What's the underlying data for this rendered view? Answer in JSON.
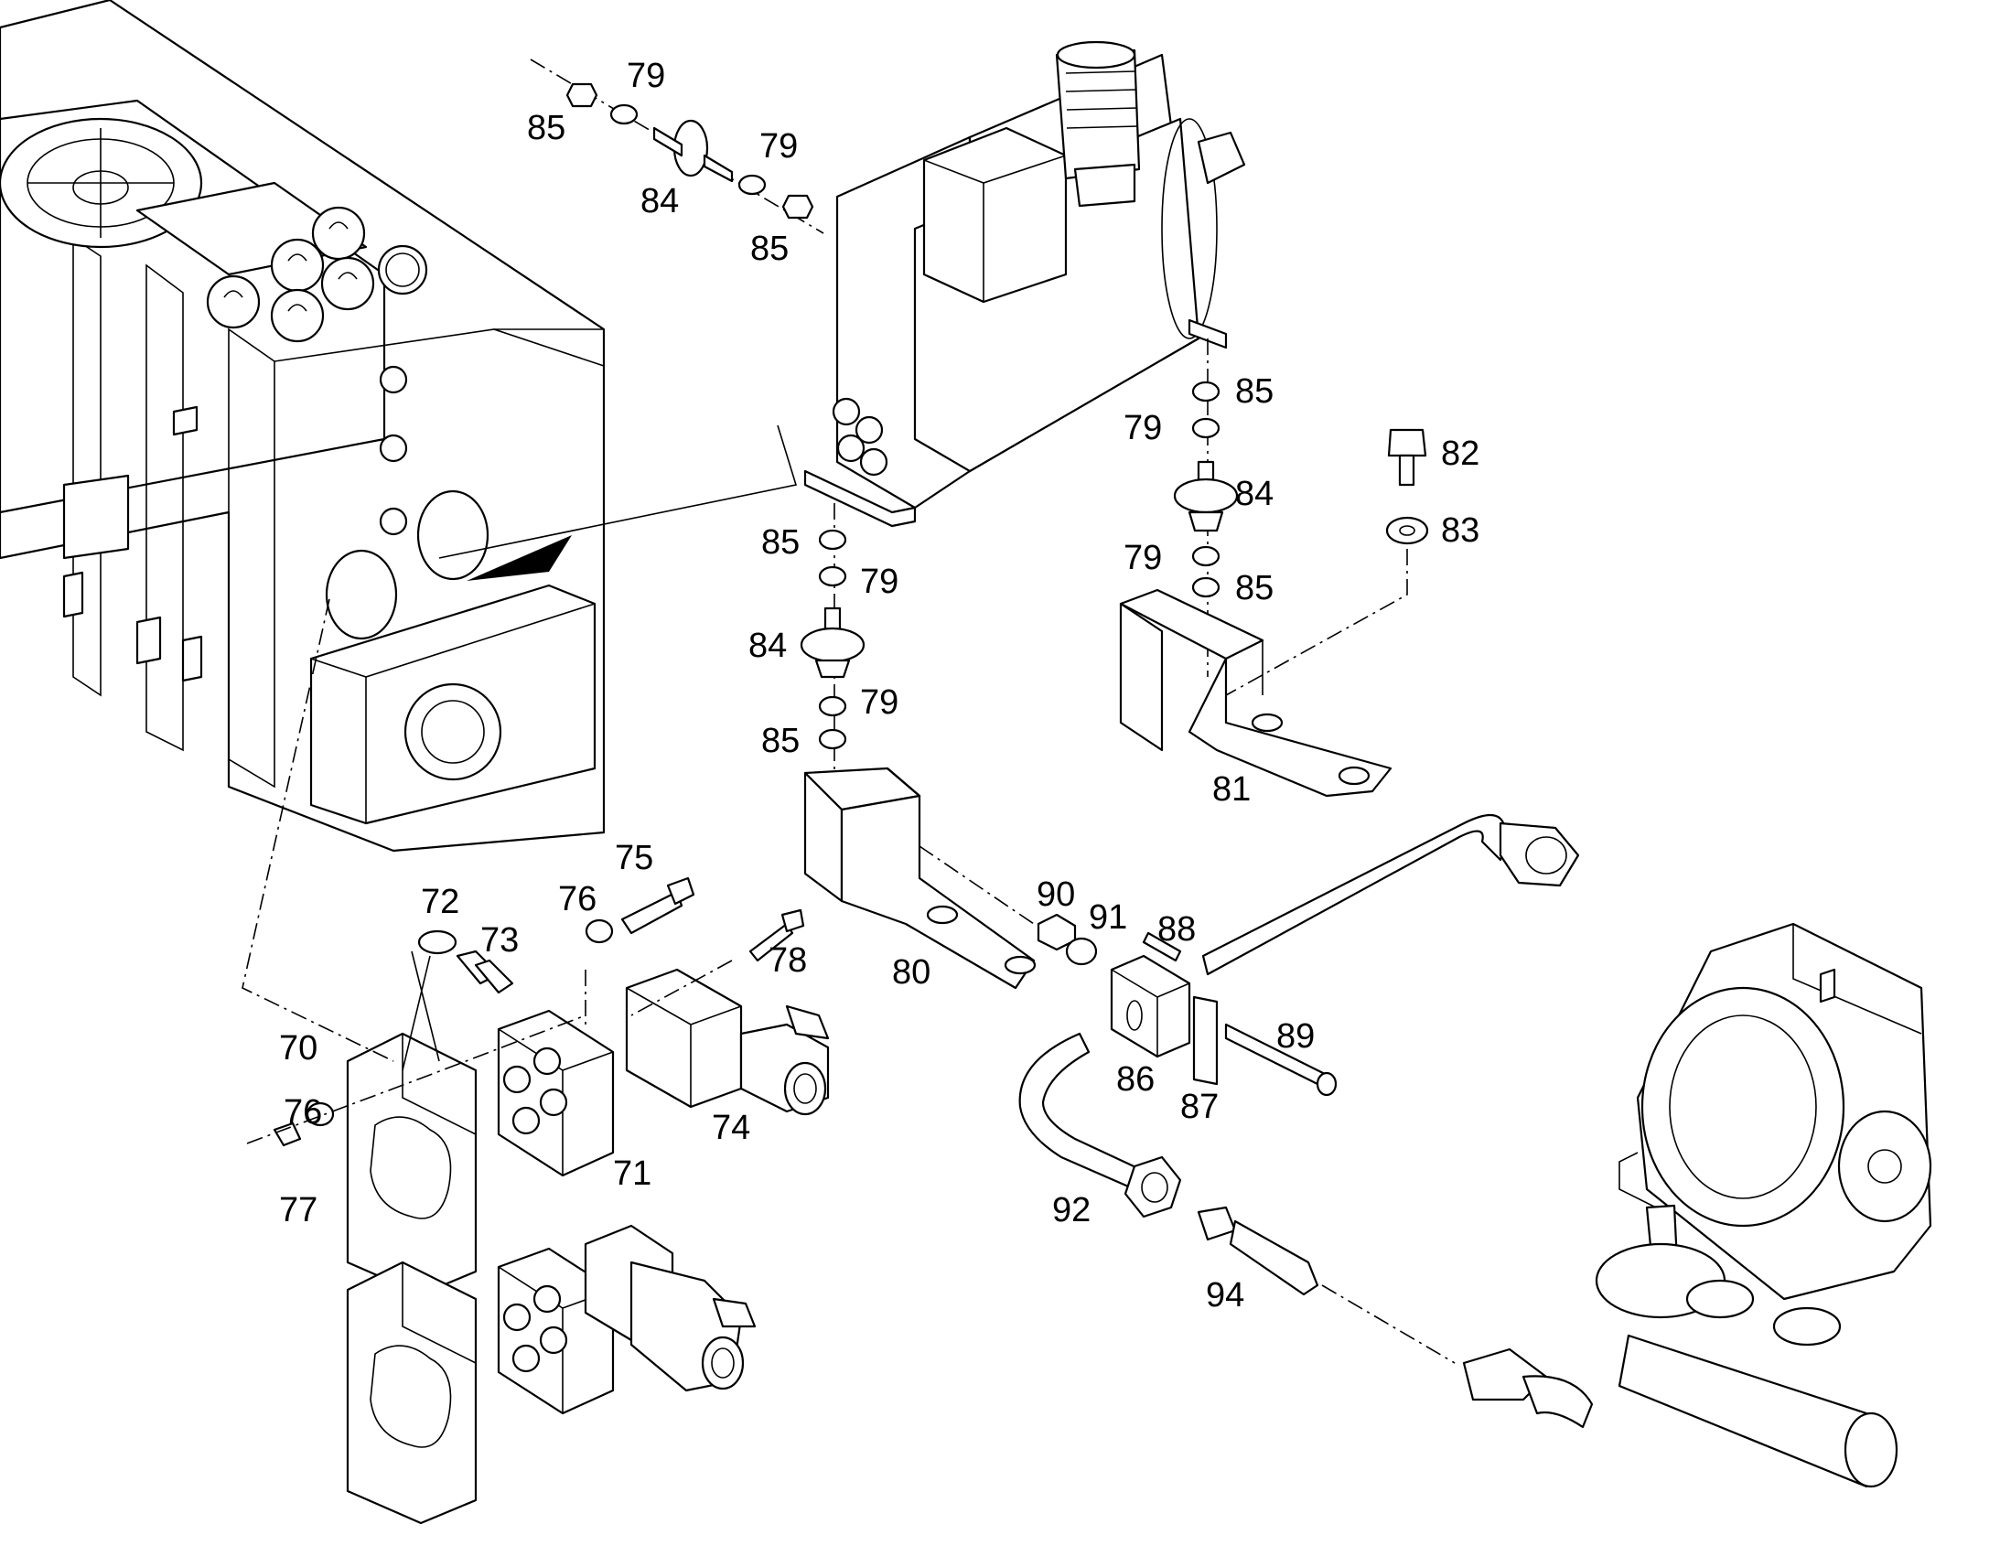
{
  "callouts": {
    "c70": "70",
    "c71": "71",
    "c72": "72",
    "c73": "73",
    "c74": "74",
    "c75": "75",
    "c76": "76",
    "c77": "77",
    "c78": "78",
    "c79": "79",
    "c80": "80",
    "c81": "81",
    "c82": "82",
    "c83": "83",
    "c84": "84",
    "c85": "85",
    "c86": "86",
    "c87": "87",
    "c88": "88",
    "c89": "89",
    "c90": "90",
    "c91": "91",
    "c92": "92",
    "c94": "94"
  },
  "colors": {
    "line": "#000000",
    "background": "#ffffff"
  }
}
